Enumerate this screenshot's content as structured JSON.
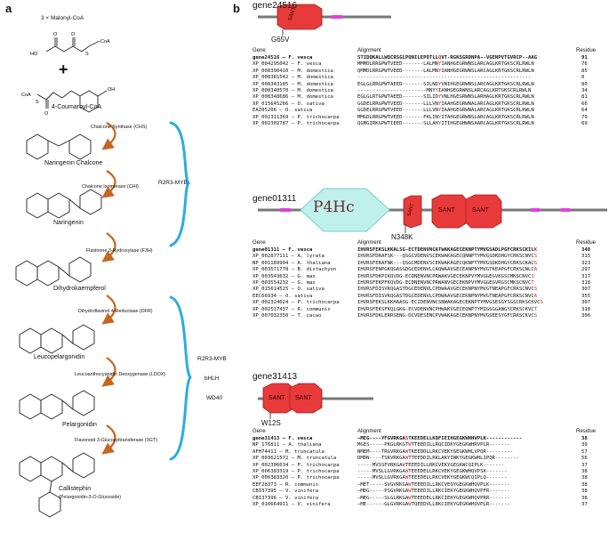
{
  "panel_a": {
    "letter": "a",
    "malonyl": "3 × Malonyl-CoA",
    "plus": "+",
    "coumaroyl": "4-Coumaroyl-CoA",
    "coa": "CoA",
    "steps": [
      {
        "enzyme": "Chalcone Synthase (CHS)",
        "product": "Naringenin Chalcone"
      },
      {
        "enzyme": "Chalcone Isomerase (CHI)",
        "product": "Naringenin"
      },
      {
        "enzyme": "Flavinone 3-Hydroxylase (F3H)",
        "product": "Dihydrokaempferol"
      },
      {
        "enzyme": "Dihydroflavinol 4-Reductase (DFR)",
        "product": "Leucopelargonidin"
      },
      {
        "enzyme": "Leucoanthocyanidin Deoxygenase (LDOX)",
        "product": "Pelargonidin"
      },
      {
        "enzyme": "Flavonoid 3-Glucosyltransferase (3GT)",
        "product": "Callistephin"
      }
    ],
    "callistephin_sub": "(Pelargonidin-3-O-Glucoside)",
    "bracket1": "R2R3-MYB",
    "bracket2_lines": [
      "R2R3-MYB",
      "bHLH",
      "WD40"
    ],
    "colors": {
      "arrow": "#c8641e",
      "bracket": "#29aede"
    }
  },
  "panel_b": {
    "letter": "b",
    "col_gene": "Gene",
    "col_alignment": "Alignment",
    "col_residue": "Residue",
    "colors": {
      "sant": "#e83a3a",
      "p4hc": "#bff0ec",
      "pink": "#e040e0",
      "red": "#d42020"
    },
    "genes": [
      {
        "name": "gene24516",
        "domains": [
          "SANT"
        ],
        "mutation": "G65V",
        "rows": [
          {
            "gene": "gene24516 – F. vesca",
            "pre": "STIDQKALLWQCRSGLPQNILEPQTLL",
            "red": "Q",
            "post": "VT-RGKSGRDNPA--VGENPVTGVRCP--AAG",
            "res": "91",
            "bold": true
          },
          {
            "gene": "XP_004295042 – F. vesca",
            "pre": "MMMDLRRGPWTVEED-------LALMN",
            "red": "Y",
            "post": "IANHGEGRWNSLARCAGLKRTGKSCRLRWLN",
            "res": "76"
          },
          {
            "gene": "XP_008390410 – M. domestica",
            "pre": "QMMDLRRGPWTVEED-------LALMN",
            "red": "Y",
            "post": "IANHGEGRWNSLARCAGLKRTGKSCRLRWLN",
            "res": "85"
          },
          {
            "gene": "XP_008381542 – M. domestica",
            "pre": "---------------------------",
            "red": "",
            "post": "-------------------------------",
            "res": "0"
          },
          {
            "gene": "XP_008343185 – M. domestica",
            "pre": "EGLGLRRGPWTAEED-------SILND",
            "red": "Y",
            "post": "VNIHGEGRWNSLARCAGLKRTGKSCRLRWLN",
            "res": "80"
          },
          {
            "gene": "XP_008340570 – M. domestica",
            "pre": "-----------------------MNY",
            "red": "Y",
            "post": "IANHGEGRWNSLARCAGLKRTGKSCRLRWLN",
            "res": "34"
          },
          {
            "gene": "XP_008348686 – M. domestica",
            "pre": "EGLGLRTGPWTAEED-------SILID",
            "red": "Y",
            "post": "VNLHGEGRWNSLARHAGLKRTGKSCRLRWLN",
            "res": "81"
          },
          {
            "gene": "XP_015645266 – O. sativa",
            "pre": "GGDELRRGPWTVEED-------LLLVN",
            "red": "Y",
            "post": "IAAHGEGRWNALARCAGLKRTGKSCRLRWLN",
            "res": "66"
          },
          {
            "gene": "EAZ05206 – O. sativa",
            "pre": "GGDELRRGPWTVEED-------LLLVN",
            "red": "Y",
            "post": "IAAHGEGRWNALARCAGLKRTGKSCRLRWLN",
            "res": "64"
          },
          {
            "gene": "XP_002311369 – P. trichocarpa",
            "pre": "MMGDLRRGPWTVEED-------FKLIN",
            "red": "Y",
            "post": "ITAHGEGRWNSLARCAGLKRTGKSCRLRWLN",
            "res": "79"
          },
          {
            "gene": "XP_002302787 – P. trichocarpa",
            "pre": "QGMGIRKGPWTIEED-------SLLAH",
            "red": "Y",
            "post": "ITIHGEGHWNSAARCAGLKRTGKSCRLRWLN",
            "res": "69"
          }
        ]
      },
      {
        "name": "gene01311",
        "domains": [
          "P4Hc",
          "SANT",
          "SANT",
          "SANT"
        ],
        "mutation": "N348K",
        "rows": [
          {
            "gene": "gene01311 – F. vesca",
            "pre": "IHVRSFEKSLKKALSG-ECTDENVNCATWAKAGECEKNPTYMVGSADLPGFCRKSCKIL",
            "red": "K",
            "post": "",
            "res": "348",
            "bold": true
          },
          {
            "gene": "XP_002877111 – A. lyrata",
            "pre": "IHVRSFDRAFSK---QSGCVDENVSCEKWAKAGECQNNPTYMVGSDKDHGYCRKSCNVC",
            "red": "S",
            "post": "",
            "res": "315"
          },
          {
            "gene": "NP_001189994 – A. thaliana",
            "pre": "IHVRSFERAFNK---QSGCMDENVSCEKWAKAGECQKNPTYMVGSDKDHGYCRKSCKAC",
            "red": "S",
            "post": "",
            "res": "323"
          },
          {
            "gene": "XP_003571778 – B. distachyon",
            "pre": "IHVRSFENPGKQGASGDGCEDENVLCAQWAAVGECEANPNYMVGTKEAPGFCRKSCNLC",
            "red": "A",
            "post": "",
            "res": "297"
          },
          {
            "gene": "XP_003543632 – G. max",
            "pre": "IHVRSFDKPIKQVDG-ECDNENVNCPRWAKVGECEKNPVYMVGGEGVKGSCMKSCNVC",
            "red": "S",
            "post": "",
            "res": "317"
          },
          {
            "gene": "XP_003554232 – G. max",
            "pre": "IHVRSFEKPFKQVDG-ECDNENVNCPRWANVGECEKNPVYMVGGEGVRGSCMKSCNVC",
            "red": "T",
            "post": "",
            "res": "318"
          },
          {
            "gene": "XP_015614525 – O. sativa",
            "pre": "IHVRSFDISVKQGASTDGCEDENVLCPDWAAVGECEKNPNYMVGTNEAPGFCRKSCNVC",
            "red": "S",
            "post": "",
            "res": "307"
          },
          {
            "gene": "EEC66934 – O. sativa",
            "pre": "IHVRSFDISVKQGASTDGCEDENVLCPDWAAVGECEKNPNYMVGTNEAPGFCRKSCNVC",
            "red": "A",
            "post": "",
            "res": "355"
          },
          {
            "gene": "XP_002324024 – P. trichocarpa",
            "pre": "IHVRSFEKSLKKHAASG-ECIDENVNCSNWAKAGECEKNPTYMVGSESGYSGSCRKSCKVC",
            "red": "S",
            "post": "",
            "res": "307"
          },
          {
            "gene": "XP_002517437 – R. communis",
            "pre": "IHVRSFEKSFKQLGKG-ECVDENVNCPHWAKVGECEQNPTYMIGSGGANGYCRKSCKVC",
            "red": "T",
            "post": "",
            "res": "318"
          },
          {
            "gene": "XP_007032350 – T. cacao",
            "pre": "IHVRSFDKLERRSENG-DCVDESENCPVWAKAGECEKNPNYMVGSEESYGFCRKSCKVC",
            "red": "S",
            "post": "",
            "res": "306"
          }
        ]
      },
      {
        "name": "gene31413",
        "domains": [
          "SANT",
          "SANT"
        ],
        "mutation": "W12S",
        "rows": [
          {
            "gene": "gene31413 – F. vesca",
            "pre": "–MEG----YFGVRKGA",
            "red": "S",
            "post": "TKEEDELLKQFIEIHGEGKWHHVPLK------------",
            "res": "38",
            "bold": true
          },
          {
            "gene": "NP_176811 – A. thaliana",
            "pre": "MGES-----PKGLRKGT",
            "red": "W",
            "post": "TTEEDILLRQCIDKYGEGKWHRVPLR-------",
            "res": "39"
          },
          {
            "gene": "AFH74411 – M. truncatula",
            "pre": "NMEM----TRGVRKGA",
            "red": "W",
            "post": "TKEEDDLLRKCVEKYGEGKWHLVPQR---------",
            "res": "57"
          },
          {
            "gene": "XP_003621572 – M. truncatula",
            "pre": "DMDN----TSKVRKGA",
            "red": "W",
            "post": "TTEEDDILRKLAKYINKYGEGKWHLIPQR--------",
            "res": "56"
          },
          {
            "gene": "XP_002306634 – P. trichocarpa",
            "pre": "-----MVSSFVRKGA",
            "red": "W",
            "post": "TEEEDILLRKCVEKYGEGKWCQIPLK-------",
            "res": "37"
          },
          {
            "gene": "XP_006383319 – P. trichocarpa",
            "pre": "-----MVSLLGVRKGA",
            "red": "W",
            "post": "TEEEDELLRKCVEKYGEGKWHQVPSK-------",
            "res": "38"
          },
          {
            "gene": "XP_006383320 – P. trichocarpa",
            "pre": "-----MVSLLGVRKGA",
            "red": "W",
            "post": "TEEEDELLRKCVEKYGEGKWCQIPLQ-------",
            "res": "38"
          },
          {
            "gene": "EEF28373 – R. communis",
            "pre": "–MET-----SVGVRKGA",
            "red": "W",
            "post": "TEEEDILLRKCVEQYGEGKWHQVPLK-------",
            "res": "38"
          },
          {
            "gene": "CBI37395 – V. vinifera",
            "pre": "–MDG-----PSGVRKGA",
            "red": "W",
            "post": "TEEEDILLRKCIEKYGEGKWHQVPFR-------",
            "res": "38"
          },
          {
            "gene": "CBI37396 – V. vinifera",
            "pre": "–MEG-----SLGLRKGA",
            "red": "W",
            "post": "TEEEDELLRKCIEKYGEGKWHQVPRR-------",
            "res": "38"
          },
          {
            "gene": "XP_010664911 – V. vinifera",
            "pre": "–ME------GLGVRKGA",
            "red": "W",
            "post": "TQEEDVLLRKCIEKYGEGKWHQVPLR-------",
            "res": "37"
          }
        ]
      }
    ]
  }
}
